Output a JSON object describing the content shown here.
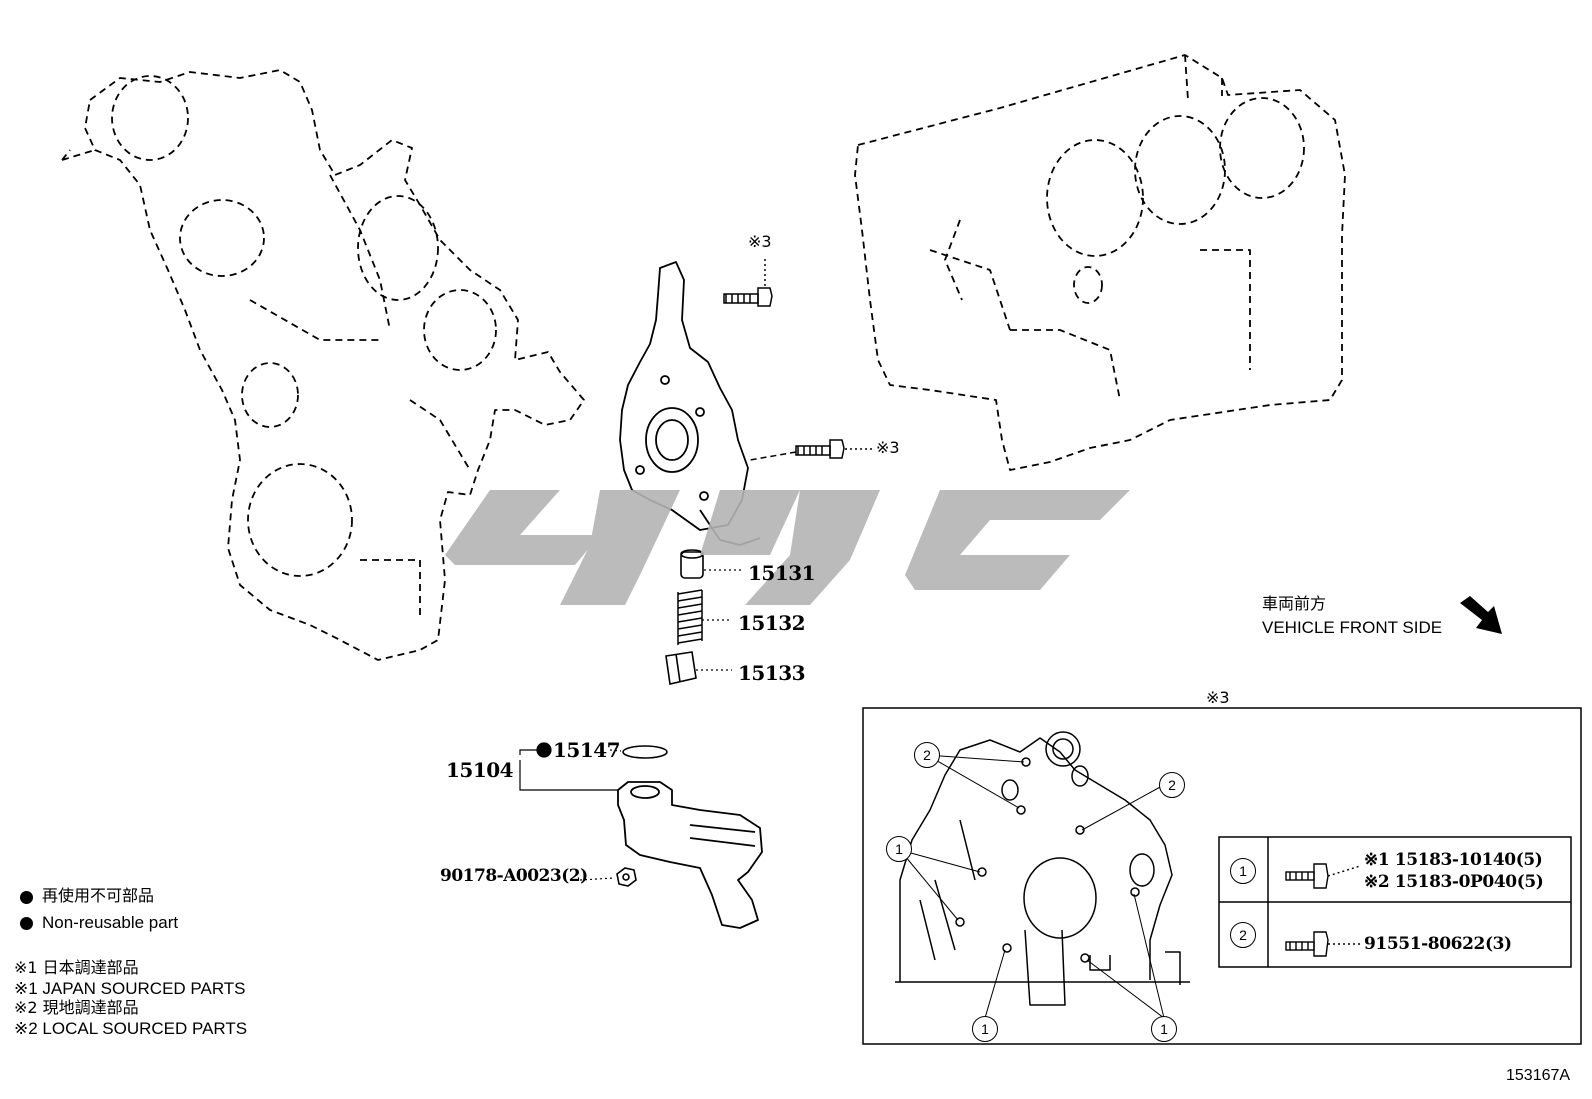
{
  "part_labels": {
    "p15131": "15131",
    "p15132": "15132",
    "p15133": "15133",
    "p15104": "15104",
    "p15147": "15147",
    "nut": "90178-A0023(2)"
  },
  "notes": {
    "ref3_a": "※3",
    "ref3_b": "※3",
    "ref3_detail": "※3",
    "direction_jp": "車両前方",
    "direction_en": "VEHICLE FRONT SIDE",
    "nonreusable_jp": "再使用不可部品",
    "nonreusable_en": "Non-reusable part",
    "legend": [
      "※1  日本調達部品",
      "※1  JAPAN SOURCED PARTS",
      "※2  現地調達部品",
      "※2  LOCAL SOURCED PARTS"
    ],
    "diagram_id": "153167A"
  },
  "detail": {
    "callouts": [
      "2",
      "2",
      "1",
      "1",
      "1"
    ],
    "table": [
      {
        "key": "1",
        "lines": [
          "※1  15183-10140(5)",
          "※2  15183-0P040(5)"
        ]
      },
      {
        "key": "2",
        "lines": [
          "91551-80622(3)"
        ]
      }
    ]
  },
  "watermark": {
    "color": "#b4b4b4"
  }
}
